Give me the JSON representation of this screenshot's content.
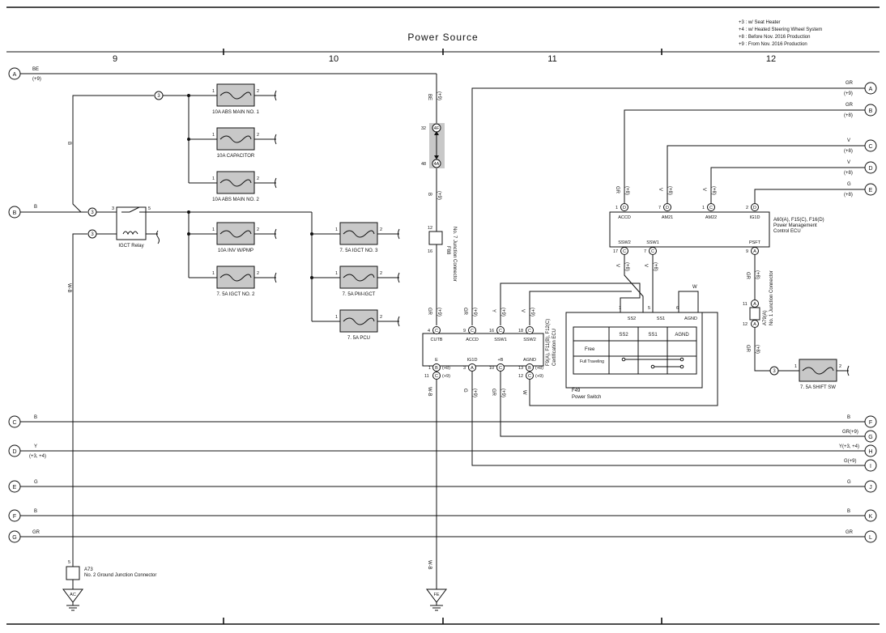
{
  "header": {
    "title": "Power Source",
    "columns": [
      "9",
      "10",
      "11",
      "12"
    ]
  },
  "notes": [
    "+3 : w/ Seat Heater",
    "+4 : w/ Heated Steering Wheel System",
    "+8 : Before Nov.  2016 Production",
    "+9 : From Nov.  2016 Production"
  ],
  "fuses": {
    "abs_main1": "10A ABS MAIN NO. 1",
    "capacitor": "10A CAPACITOR",
    "abs_main2": "10A ABS MAIN NO. 2",
    "inv_wpmp": "10A INV W/PMP",
    "igct2": "7. 5A IGCT NO. 2",
    "igct3": "7. 5A IGCT NO. 3",
    "pm_igct": "7. 5A PM-IGCT",
    "pcu": "7. 5A PCU",
    "shift_sw": "7. 5A SHIFT SW"
  },
  "relay": {
    "label": "IGCT Relay"
  },
  "connectors": {
    "f88_name": "F88",
    "f88_desc": "No. 7 Junction Connector",
    "cert_name": "F9(A), F11(B), F12(C)",
    "cert_desc": "Certification ECU",
    "pmecu_name": "A60(A), F15(C), F16(D)",
    "pmecu_desc1": "Power Management",
    "pmecu_desc2": "Control ECU",
    "a79_name": "A79(A)",
    "a79_desc": "No. 1 Junction Connector",
    "f49_name": "F49",
    "f49_desc": "Power Switch",
    "a73_name": "A73",
    "a73_desc": "No. 2 Ground Junction Connector"
  },
  "ecu_terminals": {
    "cert": [
      "CUTB",
      "ACCD",
      "SSW1",
      "SSW2",
      "E",
      "IG1D",
      "+B",
      "AGND"
    ],
    "pm_top": [
      "ACCD",
      "AM21",
      "AM22",
      "IG1D"
    ],
    "pm_bottom": [
      "SSW2",
      "SSW1",
      "PSFT"
    ],
    "switch": [
      "SS2",
      "SS1",
      "AGND"
    ]
  },
  "switch_table": {
    "headers": [
      "SS2",
      "SS1",
      "AGND"
    ],
    "rows": [
      "Free",
      "Full Traveling"
    ]
  },
  "grounds": [
    "AC",
    "FE"
  ],
  "left_labels": [
    "A",
    "B",
    "C",
    "D",
    "E",
    "F",
    "G"
  ],
  "right_labels": [
    "A",
    "B",
    "C",
    "D",
    "E",
    "F",
    "G",
    "H",
    "I",
    "J",
    "K",
    "L"
  ],
  "wires": {
    "be": "BE",
    "p9": "(+9)",
    "p8": "(+8)",
    "b": "B",
    "wb": "W-B",
    "gr": "GR",
    "v": "V",
    "g": "G",
    "y": "Y",
    "w": "W",
    "p34": "(+3, +4)",
    "gr_p9": "GR(+9)",
    "y_p34": "Y(+3, +4)",
    "g_p9": "G(+9)"
  },
  "pins": {
    "n1": "1",
    "n2": "2",
    "n3": "3",
    "n4": "4",
    "n5": "5",
    "n6": "6",
    "n7": "7",
    "n9": "9",
    "n10": "10",
    "n11": "11",
    "n12": "12",
    "n13": "13",
    "n16": "16",
    "n17": "17",
    "n18": "18",
    "n32": "32",
    "n48": "48",
    "c3": "3",
    "c4f": "4F",
    "c4a": "4A",
    "cA": "A",
    "cB": "B",
    "cC": "C",
    "cD": "D"
  }
}
